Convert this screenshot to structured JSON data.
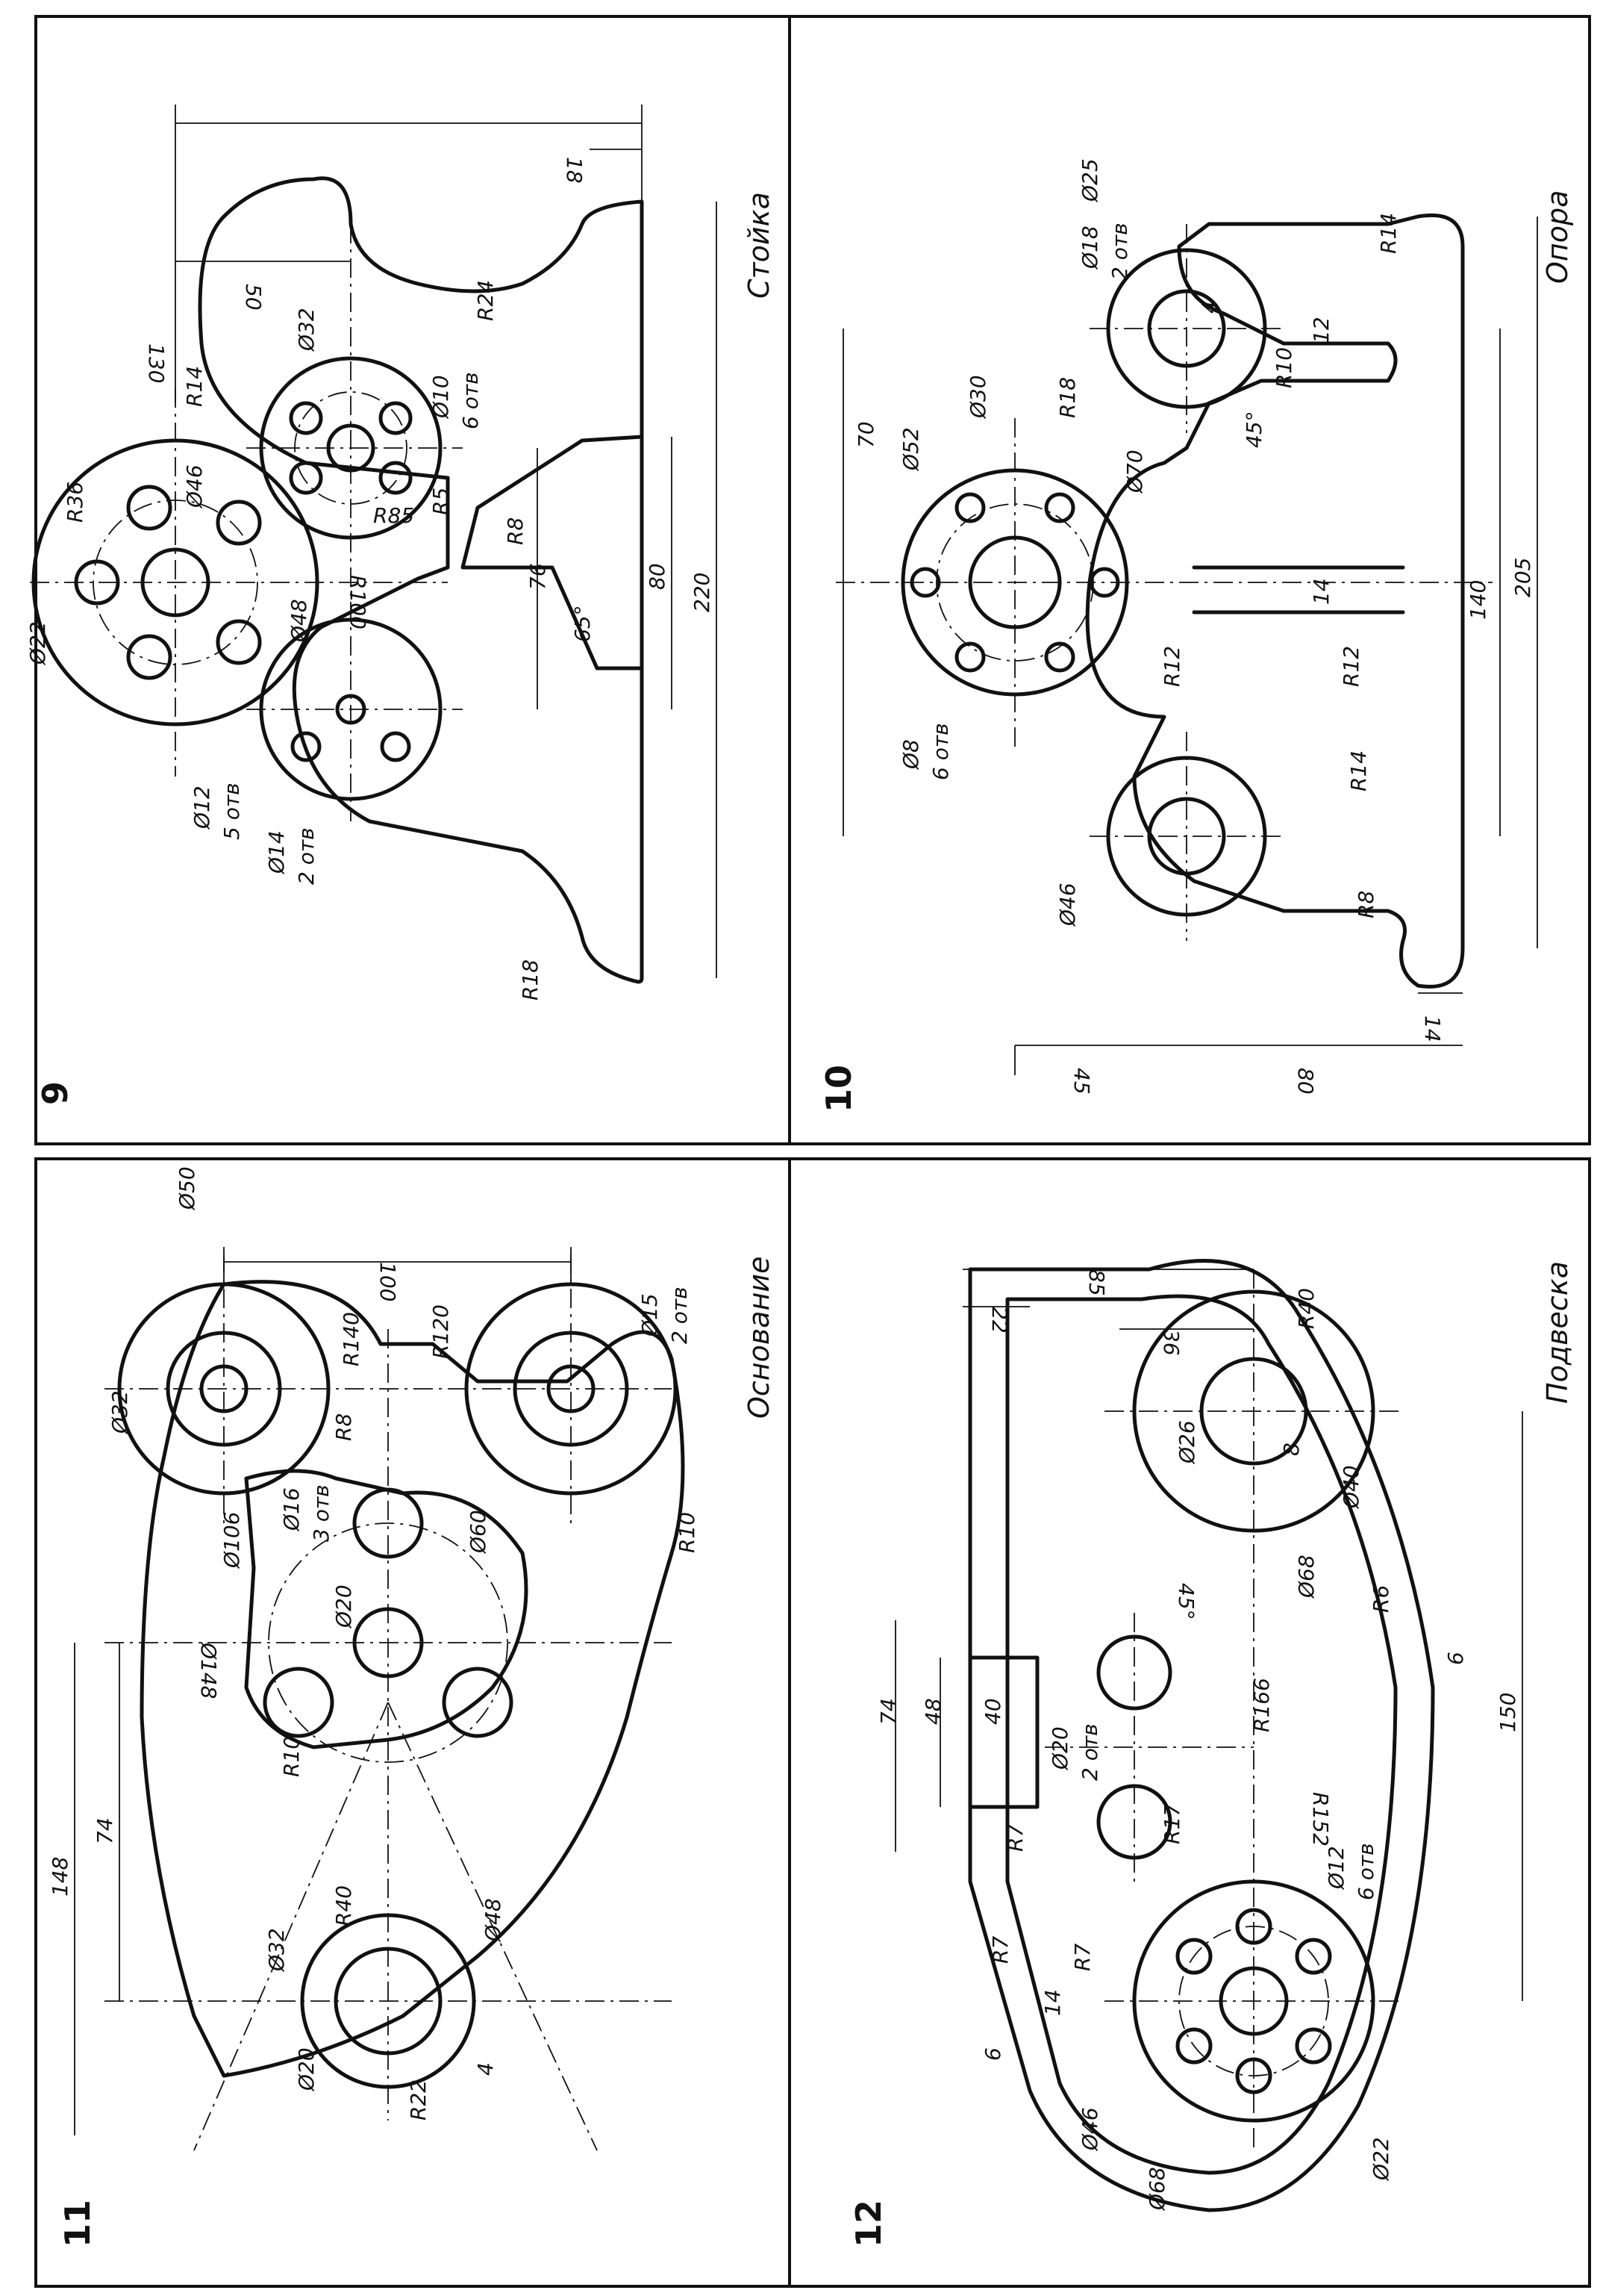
{
  "panels": [
    {
      "number": "9",
      "title": "Стойка",
      "dims": {
        "d22": "Ø22",
        "r36": "R36",
        "d46": "Ø46",
        "r14": "R14",
        "r24": "R24",
        "d50": "50",
        "d130": "130",
        "d18": "18",
        "d32": "Ø32",
        "d10": "Ø10",
        "d10n": "6 отв",
        "r85": "R85",
        "r5": "R5",
        "r8": "R8",
        "r100": "R100",
        "d48": "Ø48",
        "d76": "76",
        "d80": "80",
        "d220": "220",
        "a65": "65°",
        "d12": "Ø12",
        "d12n": "5 отв",
        "d14": "Ø14",
        "d14n": "2 отв",
        "r18": "R18"
      }
    },
    {
      "number": "10",
      "title": "Опора",
      "dims": {
        "d18": "Ø18",
        "d18n": "2 отв",
        "d25": "Ø25",
        "d4": "4",
        "r14a": "R14",
        "d12": "12",
        "r10": "R10",
        "a45": "45°",
        "d70": "70",
        "d52": "Ø52",
        "d30": "Ø30",
        "r18": "R18",
        "d70b": "Ø70",
        "d14": "14",
        "d140": "140",
        "d205": "205",
        "r12a": "R12",
        "r12b": "R12",
        "d8": "Ø8",
        "d8n": "6 отв",
        "r14b": "R14",
        "d46": "Ø46",
        "r8": "R8",
        "d14b": "14",
        "d45": "45",
        "d80": "80"
      }
    },
    {
      "number": "11",
      "title": "Основание",
      "dims": {
        "d50": "Ø50",
        "d32a": "Ø32",
        "d100": "100",
        "r140": "R140",
        "r120": "R120",
        "d15": "Ø15",
        "d15n": "2 отв",
        "r8": "R8",
        "d16": "Ø16",
        "d16n": "3 отв",
        "d106": "Ø106",
        "d148c": "Ø148",
        "d20a": "Ø20",
        "d60": "Ø60",
        "r10a": "R10",
        "r10b": "R10",
        "d74": "74",
        "d148": "148",
        "r40": "R40",
        "d32b": "Ø32",
        "d48": "Ø48",
        "d20b": "Ø20",
        "r22": "R22",
        "d4": "4"
      }
    },
    {
      "number": "12",
      "title": "Подвеска",
      "dims": {
        "d85": "85",
        "d36": "36",
        "r40": "R40",
        "d22": "22",
        "d26": "Ø26",
        "d8": "8",
        "d40c": "Ø40",
        "a45": "45°",
        "d68a": "Ø68",
        "r6": "R6",
        "d6a": "6",
        "d74": "74",
        "d48": "48",
        "d40": "40",
        "d20": "Ø20",
        "d20n": "2 отв",
        "r166": "R166",
        "r152": "R152",
        "d150": "150",
        "r7a": "R7",
        "r17": "R17",
        "d12": "Ø12",
        "d12n": "6 отв",
        "r7b": "R7",
        "r7c": "R7",
        "d14": "14",
        "d6b": "6",
        "d46": "Ø46",
        "d68b": "Ø68",
        "d22b": "Ø22"
      }
    }
  ]
}
